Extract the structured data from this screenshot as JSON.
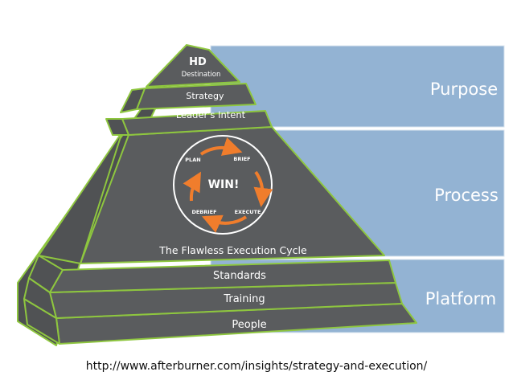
{
  "bands": [
    {
      "label": "Purpose",
      "color": "#93b3d3"
    },
    {
      "label": "Process",
      "color": "#93b3d3"
    },
    {
      "label": "Platform",
      "color": "#93b3d3"
    }
  ],
  "pyramid": {
    "fill": "#5a5c5e",
    "outline_color": "#8ec63f",
    "tiers": {
      "hd": "HD",
      "destination": "Destination",
      "strategy": "Strategy",
      "leaders_intent": "Leader's Intent",
      "cycle_caption": "The Flawless Execution Cycle",
      "standards": "Standards",
      "training": "Training",
      "people": "People"
    }
  },
  "cycle": {
    "center": "WIN!",
    "steps": [
      "PLAN",
      "BRIEF",
      "EXECUTE",
      "DEBRIEF"
    ],
    "arrow_color": "#f07d2c"
  },
  "source_url": "http://www.afterburner.com/insights/strategy-and-execution/"
}
